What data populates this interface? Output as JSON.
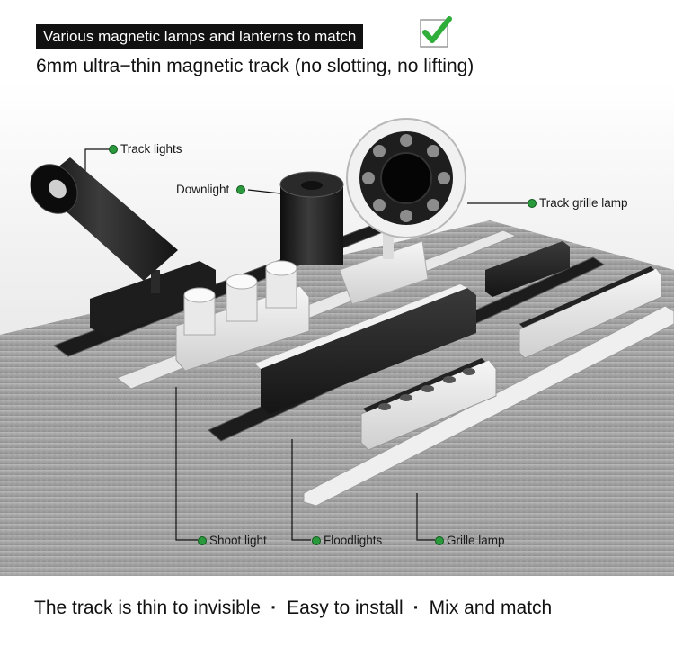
{
  "header": {
    "banner_text": "Various magnetic lamps and lanterns to match",
    "subtitle": "6mm ultra−thin magnetic track (no slotting, no lifting)"
  },
  "callouts": {
    "track_lights": "Track lights",
    "downlight": "Downlight",
    "track_grille_lamp": "Track grille lamp",
    "shoot_light": "Shoot light",
    "floodlights": "Floodlights",
    "grille_lamp": "Grille lamp"
  },
  "footer": {
    "part1": "The track is thin to invisible",
    "separator": "·",
    "part2": "Easy to install",
    "part3": "Mix and match"
  },
  "colors": {
    "check_green": "#2fae3a",
    "callout_dot": "#2a9a3c",
    "floor_gray": "#9a9a9a",
    "banner_bg": "#111111"
  }
}
